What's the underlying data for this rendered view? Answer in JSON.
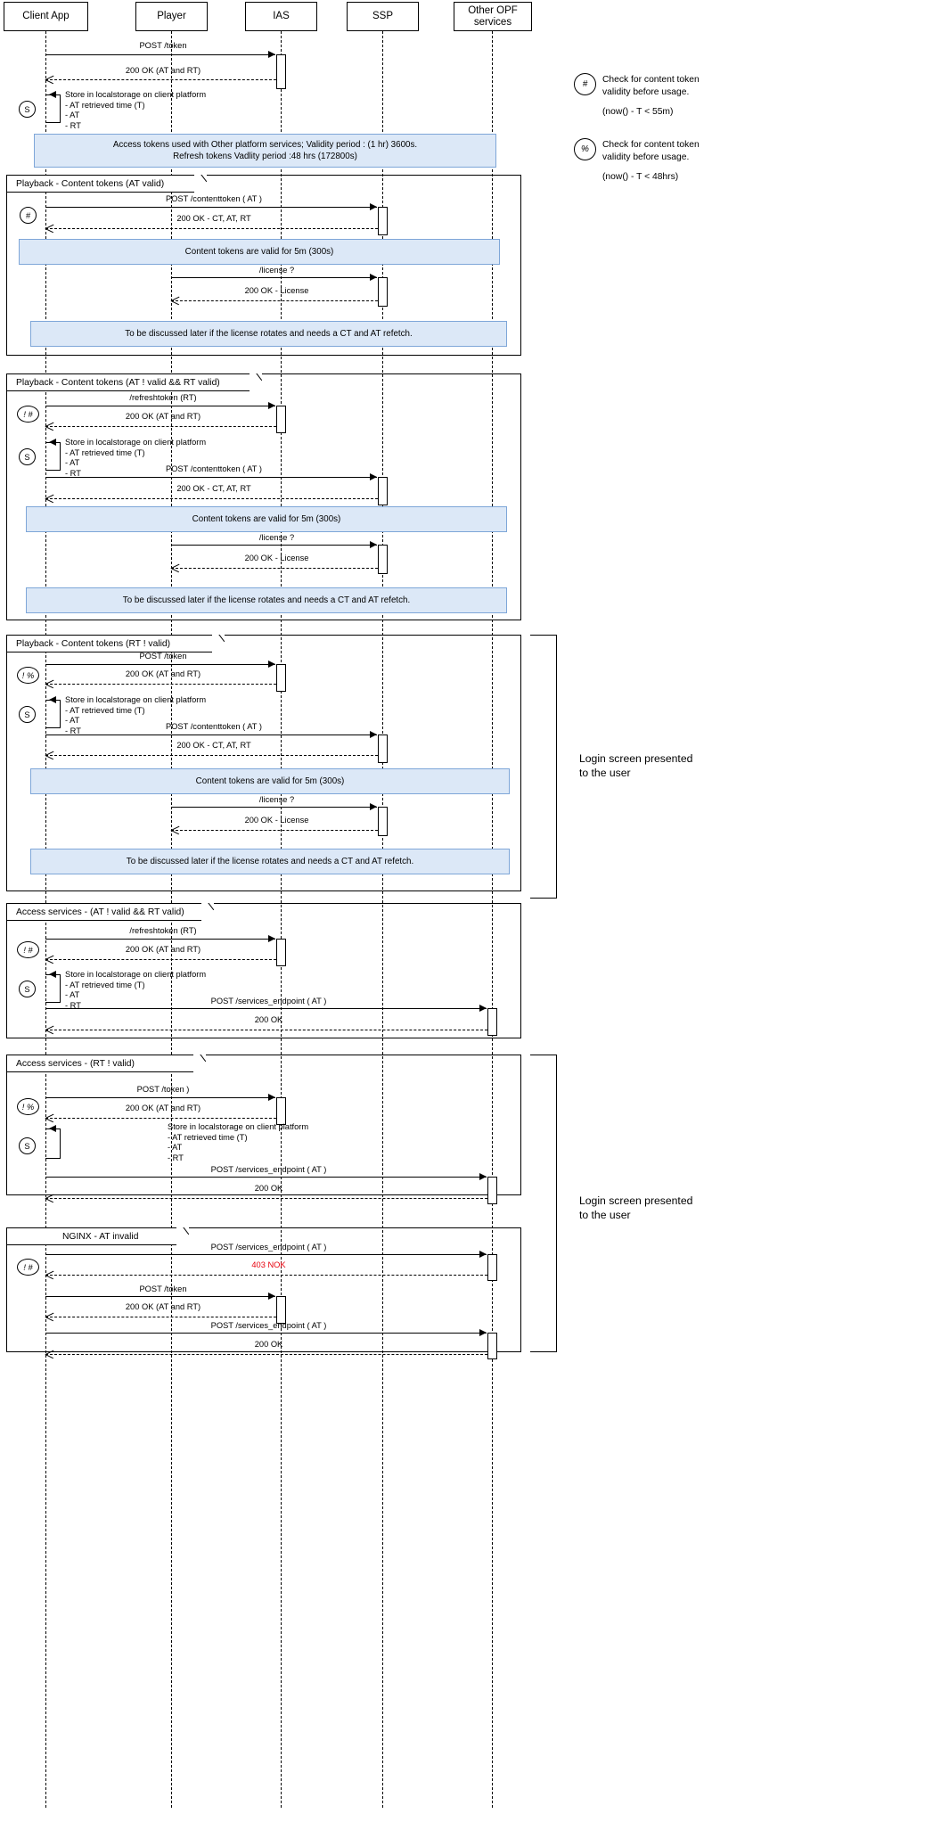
{
  "diagram": {
    "title": "Token lifecycle sequence diagram",
    "note_fill": "#dce8f7",
    "note_stroke": "#7ea6d8",
    "error_color": "#e8000d"
  },
  "lifelines": [
    {
      "name": "client-app",
      "label": "Client App"
    },
    {
      "name": "player",
      "label": "Player"
    },
    {
      "name": "ias",
      "label": "IAS"
    },
    {
      "name": "ssp",
      "label": "SSP"
    },
    {
      "name": "other-opf",
      "label": "Other OPF\nservices"
    }
  ],
  "legend": [
    {
      "symbol": "#",
      "text": "Check for content token\nvalidity before usage.",
      "condition": "(now() - T < 55m)"
    },
    {
      "symbol": "%",
      "text": "Check for content token\nvalidity before usage.",
      "condition": "(now() - T <  48hrs)"
    }
  ],
  "store_note": {
    "title": "Store in localstorage on client platform",
    "line1": "- AT retrieved time (T)",
    "line2": "- AT",
    "line3": "- RT"
  },
  "markers": {
    "s": "S",
    "hash": "#",
    "not_hash": "! #",
    "not_percent": "! %"
  },
  "notes": {
    "access_tokens": "Access tokens used with Other platform services; Validity period : (1 hr) 3600s.\nRefresh tokens Vadlity period :48 hrs (172800s)",
    "access_tokens_l1": "Access tokens used with Other platform services; Validity period : (1 hr) 3600s.",
    "access_tokens_l2": "Refresh tokens Vadlity period :48 hrs (172800s)",
    "content_tokens_5m": "Content tokens are valid for 5m (300s)",
    "license_later": "To be discussed later if the license rotates and needs a CT and AT refetch."
  },
  "messages": {
    "post_token": "POST /token",
    "post_token_paren": "POST /token )",
    "ok_at_rt": "200 OK (AT and RT)",
    "post_contenttoken": "POST /contenttoken ( AT )",
    "ok_ct_at_rt": "200 OK - CT, AT, RT",
    "license_q": "/license ?",
    "ok_license": "200 OK - License",
    "refreshtoken": "/refreshtoken (RT)",
    "post_services": "POST /services_endpoint ( AT )",
    "ok": "200 OK",
    "nok_403": "403 NOK"
  },
  "fragments": [
    {
      "name": "playback-at-valid",
      "label": "Playback - Content tokens (AT valid)"
    },
    {
      "name": "playback-at-invalid-rt-valid",
      "label": "Playback - Content tokens (AT ! valid && RT valid)"
    },
    {
      "name": "playback-rt-invalid",
      "label": "Playback - Content tokens (RT ! valid)"
    },
    {
      "name": "access-at-invalid-rt-valid",
      "label": "Access services - (AT ! valid && RT valid)"
    },
    {
      "name": "access-rt-invalid",
      "label": "Access services - (RT ! valid)"
    },
    {
      "name": "nginx-at-invalid",
      "label": "NGINX - AT invalid"
    }
  ],
  "brackets": [
    {
      "name": "login-bracket-upper",
      "label": "Login screen presented\nto the user"
    },
    {
      "name": "login-bracket-lower",
      "label": "Login screen presented\nto the user"
    }
  ]
}
